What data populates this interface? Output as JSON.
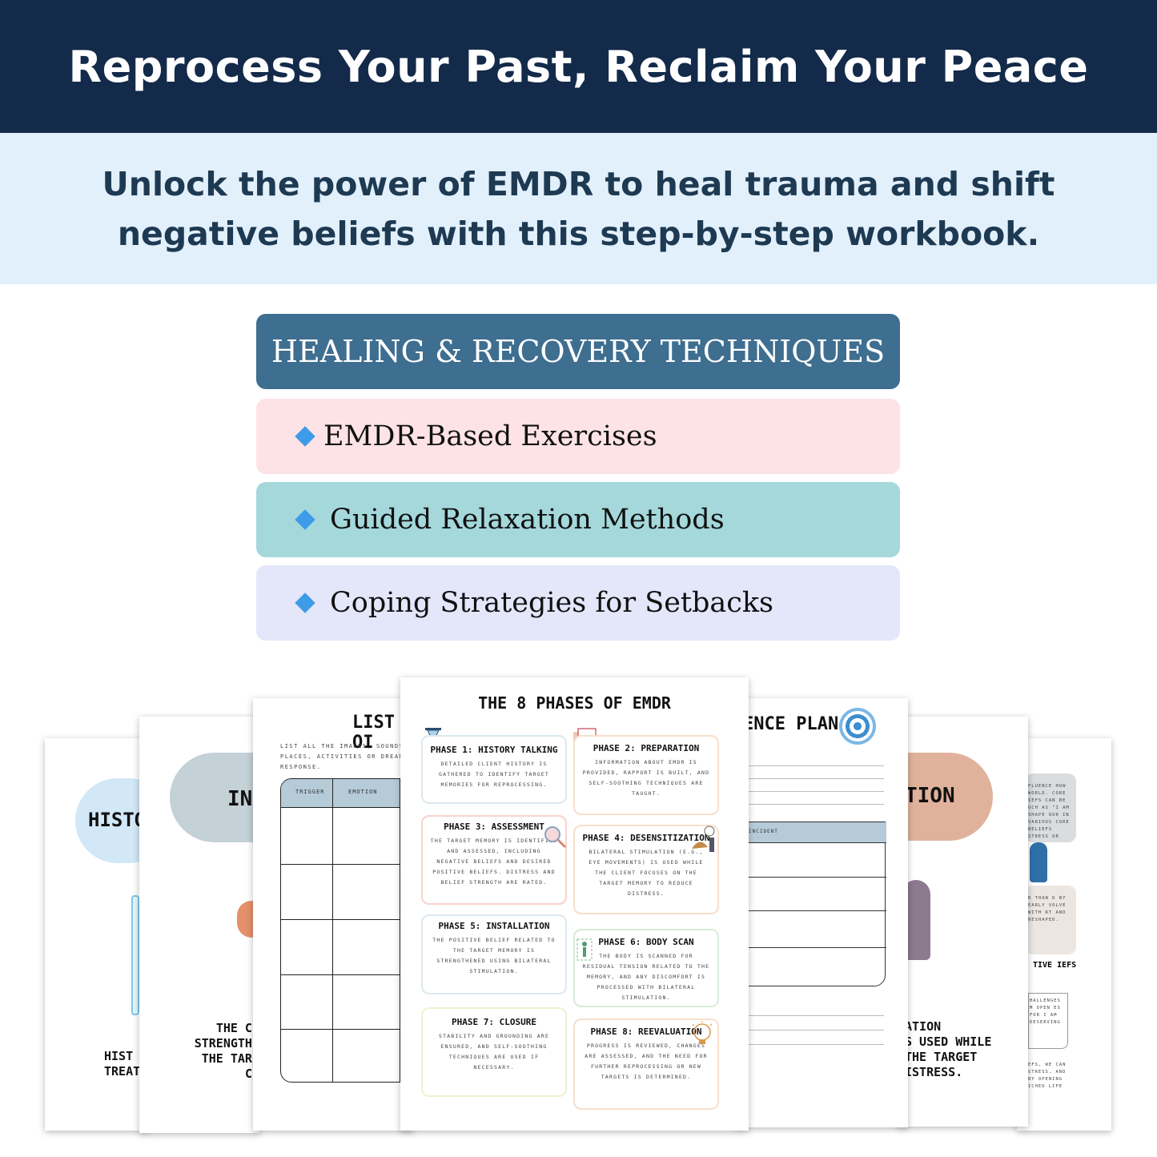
{
  "headline": "Reprocess Your Past, Reclaim Your Peace",
  "subheadline": "Unlock the power of EMDR to heal trauma and shift negative beliefs with this step-by-step workbook.",
  "techniques": {
    "header": "HEALING & RECOVERY TECHNIQUES",
    "items": [
      {
        "label": "EMDR-Based Exercises",
        "color": "#fde3e6"
      },
      {
        "label": "Guided Relaxation Methods",
        "color": "#a4d8db"
      },
      {
        "label": "Coping Strategies for Setbacks",
        "color": "#e4e6fa"
      }
    ],
    "header_color": "#3e6e90",
    "bullet_color": "#3e9be8"
  },
  "colors": {
    "banner": "#132a4a",
    "sub_banner": "#e2f0fc"
  },
  "preview_pages": {
    "page1": {
      "pill": "HISTO",
      "foot": [
        "HIST",
        "TREAT"
      ]
    },
    "page2": {
      "pill": "INS",
      "foot": [
        "THE CL",
        "STRENGTHE",
        "THE TARG",
        "CC"
      ]
    },
    "page3": {
      "title": "LIST OI",
      "instructions": "LIST ALL THE IMAGES, SOUNDS, PLACES, ACTIVITIES OR DREAM RESPONSE.",
      "columns": [
        "TRIGGER",
        "EMOTION"
      ]
    },
    "page4": {
      "title": "THE 8 PHASES OF EMDR",
      "phases": [
        {
          "title": "PHASE 1: HISTORY TALKING",
          "text": "DETAILED CLIENT HISTORY IS GATHERED TO IDENTIFY TARGET MEMORIES FOR REPROCESSING."
        },
        {
          "title": "PHASE 2: PREPARATION",
          "text": "INFORMATION ABOUT EMDR IS PROVIDED, RAPPORT IS BUILT, AND SELF-SOOTHING TECHNIQUES ARE TAUGHT."
        },
        {
          "title": "PHASE 3: ASSESSMENT",
          "text": "THE TARGET MEMORY IS IDENTIFIED AND ASSESSED, INCLUDING NEGATIVE BELIEFS AND DESIRED POSITIVE BELIEFS. DISTRESS AND BELIEF STRENGTH ARE RATED."
        },
        {
          "title": "PHASE 4: DESENSITIZATION",
          "text": "BILATERAL STIMULATION (E.G., EYE MOVEMENTS) IS USED WHILE THE CLIENT FOCUSES ON THE TARGET MEMORY TO REDUCE DISTRESS."
        },
        {
          "title": "PHASE 5: INSTALLATION",
          "text": "THE POSITIVE BELIEF RELATED TO THE TARGET MEMORY IS STRENGTHENED USING BILATERAL STIMULATION."
        },
        {
          "title": "PHASE 6: BODY SCAN",
          "text": "THE BODY IS SCANNED FOR RESIDUAL TENSION RELATED TO THE MEMORY, AND ANY DISCOMFORT IS PROCESSED WITH BILATERAL STIMULATION."
        },
        {
          "title": "PHASE 7: CLOSURE",
          "text": "STABILITY AND GROUNDING ARE ENSURED, AND SELF-SOOTHING TECHNIQUES ARE USED IF NECESSARY."
        },
        {
          "title": "PHASE 8: REEVALUATION",
          "text": "PROGRESS IS REVIEWED, CHANGES ARE ASSESSED, AND THE NEED FOR FURTHER REPROCESSING OR NEW TARGETS IS DETERMINED."
        }
      ]
    },
    "page5": {
      "title": "ENCE PLAN",
      "column": "INCIDENT"
    },
    "page6": {
      "pill": "TION",
      "foot": [
        "ATION",
        "S USED WHILE",
        "THE TARGET",
        "ISTRESS."
      ]
    },
    "page7": {
      "label": "TIVE IEFS",
      "text_top": "FLUENCE HOW WORLD. CORE IEFS CAN BE UCH AS \"I AM SHAPE OUR IN VARIOUS CORE BELIEFS STRESS OR",
      "text_mid": "R THAN D BY EARLY VOLVE WITH RT AND RESHAPED.",
      "text_box": "HALLENGES M OPEN ES FOR I AM DESERVING",
      "text_bottom": "EFS, WE CAN STRESS, AND BY OPENING ICHED LIFE"
    }
  }
}
